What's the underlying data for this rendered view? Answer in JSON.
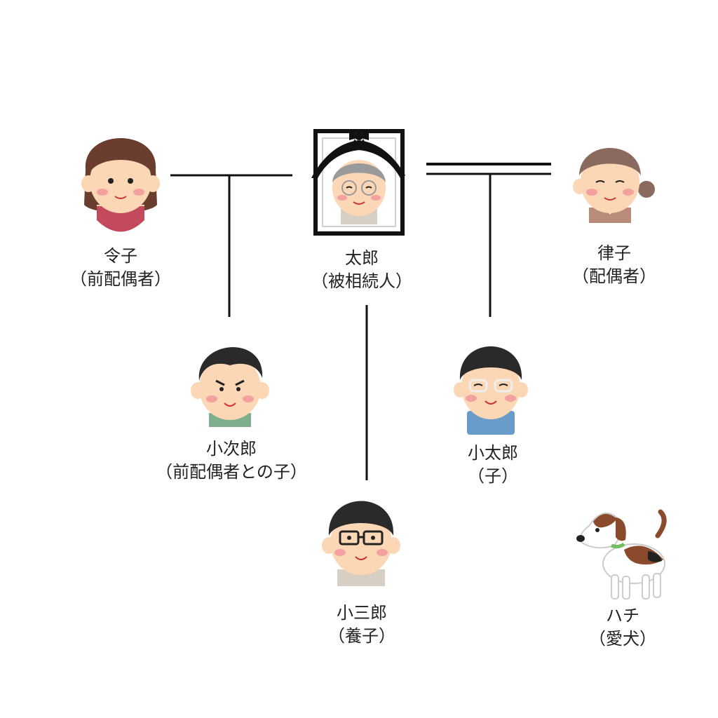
{
  "people": [
    {
      "id": "reiko",
      "name": "令子",
      "role": "（前配偶者）"
    },
    {
      "id": "taro",
      "name": "太郎",
      "role": "（被相続人）"
    },
    {
      "id": "ritsuko",
      "name": "律子",
      "role": "（配偶者）"
    },
    {
      "id": "kojiro",
      "name": "小次郎",
      "role": "（前配偶者との子）"
    },
    {
      "id": "kotaro",
      "name": "小太郎",
      "role": "（子）"
    },
    {
      "id": "kosaburo",
      "name": "小三郎",
      "role": "（養子）"
    },
    {
      "id": "hachi",
      "name": "ハチ",
      "role": "（愛犬）"
    }
  ],
  "colors": {
    "line": "#111111",
    "skin": "#fbd7b5",
    "cheek": "#f4a0a0",
    "hair_black": "#2a2a2a",
    "hair_brown": "#6b3d2e",
    "hair_grey": "#9a9a9a",
    "hair_elder_brown": "#8a6a5e",
    "shirt_red": "#c34a5c",
    "shirt_green": "#7fae8c",
    "shirt_blue": "#6a9cc9",
    "shirt_beige": "#d8cfc4"
  }
}
